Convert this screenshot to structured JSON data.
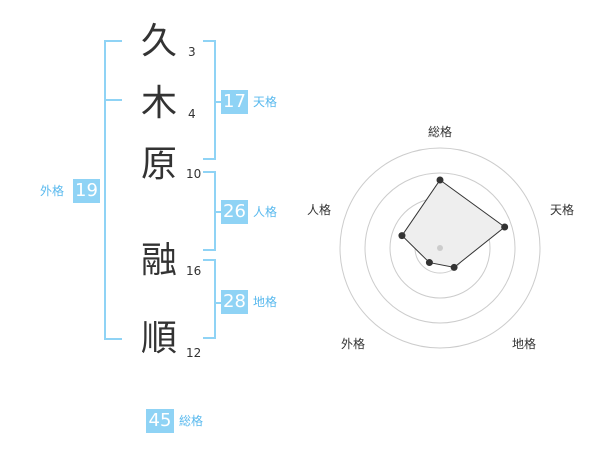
{
  "name": {
    "chars": [
      {
        "char": "久",
        "strokes": "3"
      },
      {
        "char": "木",
        "strokes": "4"
      },
      {
        "char": "原",
        "strokes": "10"
      },
      {
        "char": "融",
        "strokes": "16"
      },
      {
        "char": "順",
        "strokes": "12"
      }
    ]
  },
  "kakusu": {
    "ten": {
      "value": "17",
      "label": "天格"
    },
    "jin": {
      "value": "26",
      "label": "人格"
    },
    "chi": {
      "value": "28",
      "label": "地格"
    },
    "gai": {
      "value": "19",
      "label": "外格"
    },
    "sou": {
      "value": "45",
      "label": "総格"
    }
  },
  "colors": {
    "accent": "#8fd3f5",
    "accent_text": "#59b9ee",
    "radar_fill": "#eeeeee",
    "radar_line": "#333333"
  },
  "chart_data": {
    "type": "radar",
    "axes": [
      "総格",
      "天格",
      "地格",
      "外格",
      "人格"
    ],
    "values": [
      3.4,
      3.4,
      1.2,
      0.9,
      2.0
    ],
    "scale_max": 5,
    "rings": 4,
    "grid": true
  }
}
